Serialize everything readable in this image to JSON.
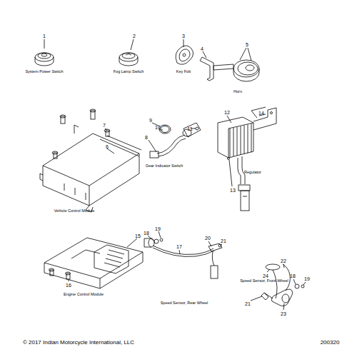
{
  "diagram": {
    "labels": [
      "1",
      "System Power Switch",
      "2",
      "Fog Lamp Switch",
      "3",
      "Key Fob",
      "4",
      "5",
      "Horn",
      "9",
      "10",
      "7",
      "6",
      "11",
      "8",
      "Gear Indicator Switch",
      "12",
      "14",
      "13",
      "Regulator",
      "Vehicle Control Module",
      "15",
      "16",
      "Engine Control Module",
      "18",
      "19",
      "17",
      "20",
      "21",
      "Speed Sensor, Rear Wheel",
      "22",
      "24",
      "18",
      "19",
      "Speed Sensor, Front Wheel",
      "21",
      "23",
      "© 2017 Indian Motorcycle International, LLC",
      "200320"
    ]
  }
}
